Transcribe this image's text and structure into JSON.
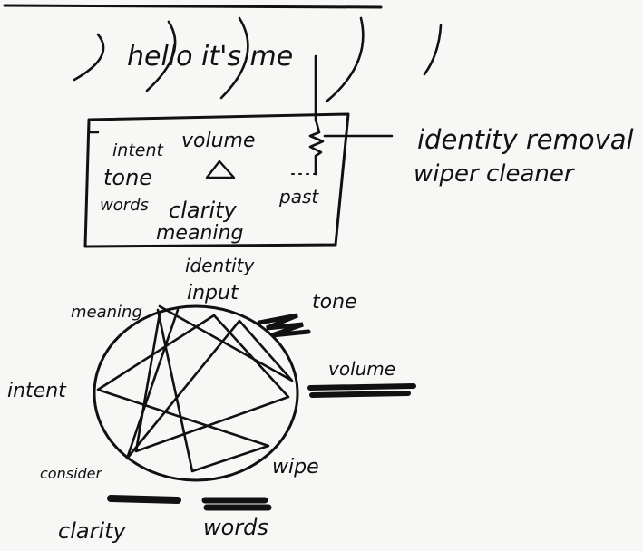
{
  "speech_text": "hello it's me",
  "device": {
    "inside_labels": [
      "intent",
      "volume",
      "tone",
      "words",
      "clarity",
      "meaning",
      "past"
    ],
    "side_label_line1": "identity removal",
    "side_label_line2": "wiper cleaner",
    "below_label_line1": "identity",
    "below_label_line2": "input"
  },
  "wheel": {
    "points": [
      "meaning",
      "tone",
      "volume",
      "wipe",
      "words",
      "clarity",
      "consider",
      "intent"
    ]
  }
}
